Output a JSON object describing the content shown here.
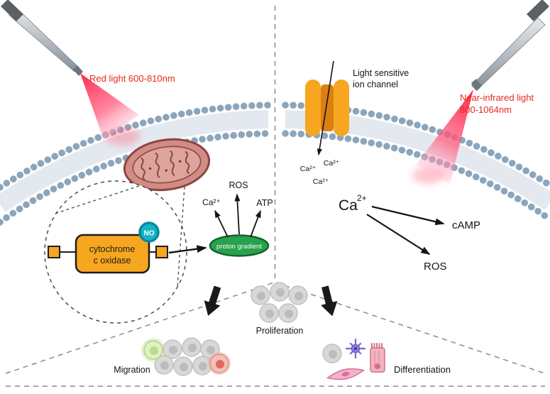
{
  "colors": {
    "laser_label": "#e8281e",
    "orange": "#f6a71f",
    "orange_dark": "#dd7f12",
    "teal": "#14b4c8",
    "green": "#28a14c"
  },
  "left_panel": {
    "laser_label": "Red light 600-810nm",
    "complex": {
      "line1": "cytochrome",
      "line2": "c oxidase"
    },
    "no_badge": "NO",
    "proton_gradient": "proton gradient",
    "outputs": {
      "ca": "Ca²⁺",
      "ros": "ROS",
      "atp": "ATP"
    }
  },
  "right_panel": {
    "laser_label_line1": "Near-infrared light",
    "laser_label_line2": "800-1064nm",
    "channel_label_line1": "Light sensitive",
    "channel_label_line2": "ion channel",
    "ions": [
      "Ca²⁺",
      "Ca²⁺",
      "Ca²⁺"
    ],
    "calcium_base": "Ca",
    "calcium_sup": "2+",
    "camp": "cAMP",
    "ros": "ROS"
  },
  "bottom_panel": {
    "proliferation": "Proliferation",
    "migration": "Migration",
    "differentiation": "Differentiation"
  }
}
